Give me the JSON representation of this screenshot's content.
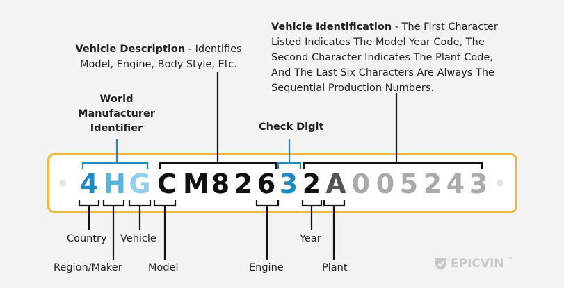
{
  "vin": {
    "chars": [
      "4",
      "H",
      "G",
      "C",
      "M",
      "8",
      "2",
      "6",
      "3",
      "2",
      "A",
      "0",
      "0",
      "5",
      "2",
      "4",
      "3"
    ],
    "colors": [
      "#1e8ac4",
      "#5ab4e0",
      "#92d0ee",
      "#111111",
      "#111111",
      "#111111",
      "#111111",
      "#111111",
      "#1e8ac4",
      "#111111",
      "#555555",
      "#aaaaaa",
      "#aaaaaa",
      "#aaaaaa",
      "#aaaaaa",
      "#aaaaaa",
      "#aaaaaa"
    ]
  },
  "top": {
    "wmi": "World\nManufacturer\nIdentifier",
    "vds_title": "Vehicle Description",
    "vds_text": " - Identifies Model, Engine, Body Style, Etc.",
    "check": "Check Digit",
    "vis_title": "Vehicle Identification",
    "vis_text": " - The First Character Listed Indicates The Model Year Code, The Second Character Indicates The Plant Code, And The Last Six Characters Are Always The Sequential Production Numbers."
  },
  "bottom": {
    "country": "Country",
    "region": "Region/Maker",
    "vehicle": "Vehicle",
    "model": "Model",
    "engine": "Engine",
    "year": "Year",
    "plant": "Plant"
  },
  "logo": {
    "text": "EPICVIN",
    "tm": "™"
  },
  "colors": {
    "accent": "#1e8ac4",
    "plate_border": "#f0b73a"
  }
}
